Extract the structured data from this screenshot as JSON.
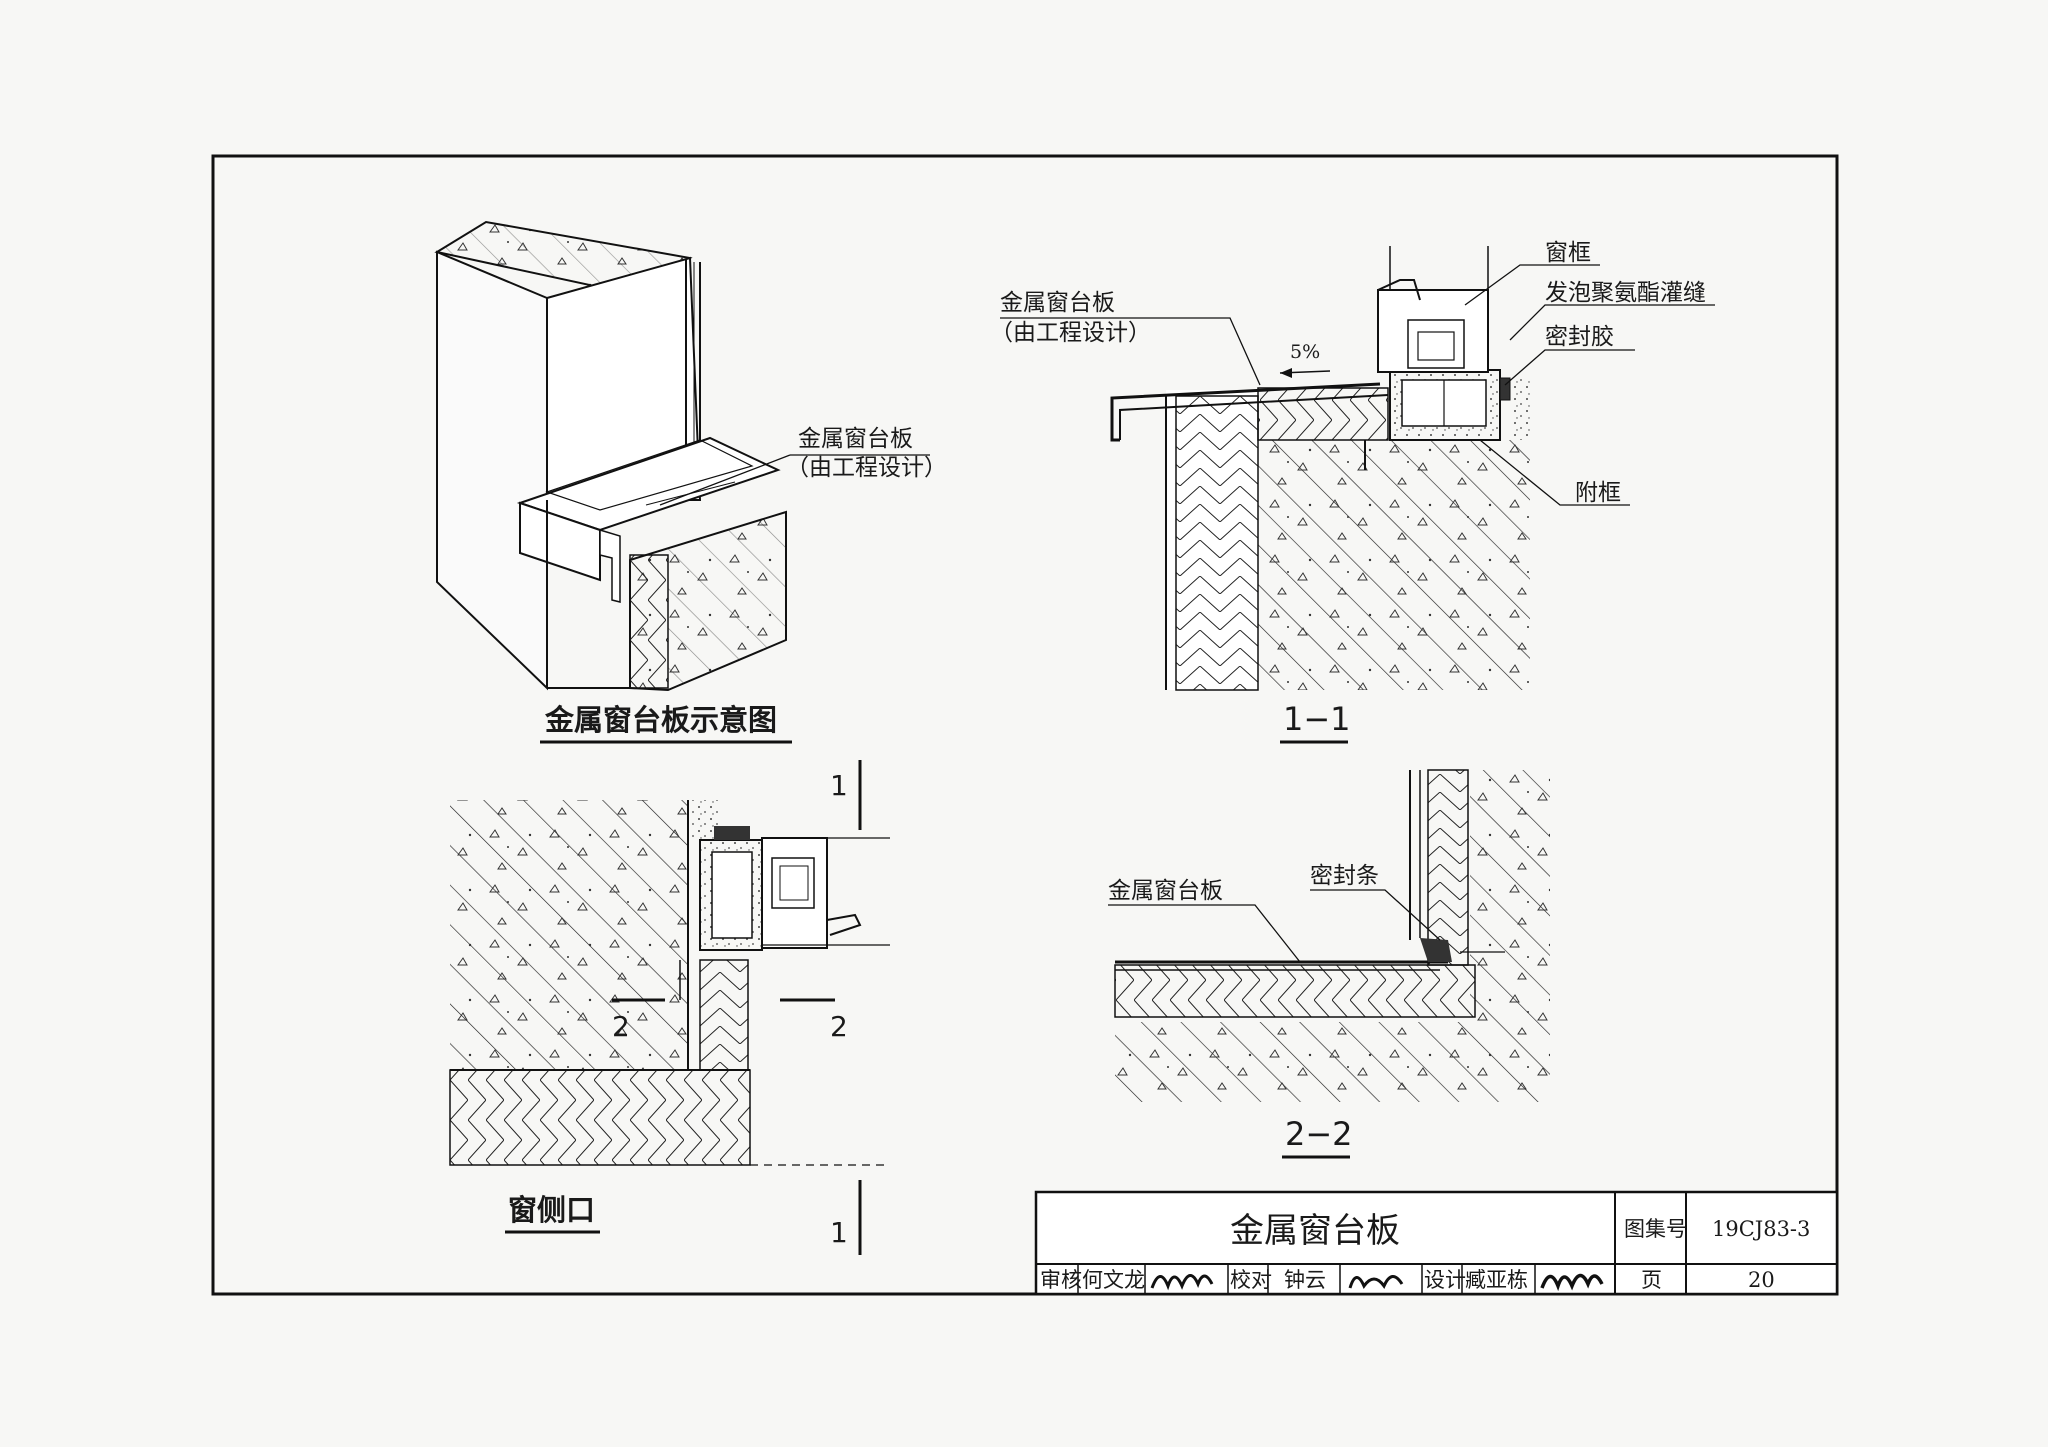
{
  "iso_view": {
    "title": "金属窗台板示意图",
    "label_line1": "金属窗台板",
    "label_line2": "（由工程设计）"
  },
  "section_1_1": {
    "title": "1−1",
    "label_board_1": "金属窗台板",
    "label_board_2": "（由工程设计）",
    "slope": "5%",
    "label_frame": "窗框",
    "label_foam": "发泡聚氨酯灌缝",
    "label_sealant": "密封胶",
    "label_subframe": "附框"
  },
  "window_side": {
    "title": "窗侧口",
    "cut_1_top": "1",
    "cut_1_bottom": "1",
    "cut_2_left": "2",
    "cut_2_right": "2"
  },
  "section_2_2": {
    "title": "2−2",
    "label_board": "金属窗台板",
    "label_strip": "密封条"
  },
  "title_block": {
    "drawing_title": "金属窗台板",
    "atlas_no_label": "图集号",
    "atlas_no": "19CJ83-3",
    "review_label": "审核",
    "reviewer": "何文龙",
    "check_label": "校对",
    "checker": "钟云",
    "design_label": "设计",
    "designer": "臧亚栋",
    "page_label": "页",
    "page_no": "20"
  }
}
